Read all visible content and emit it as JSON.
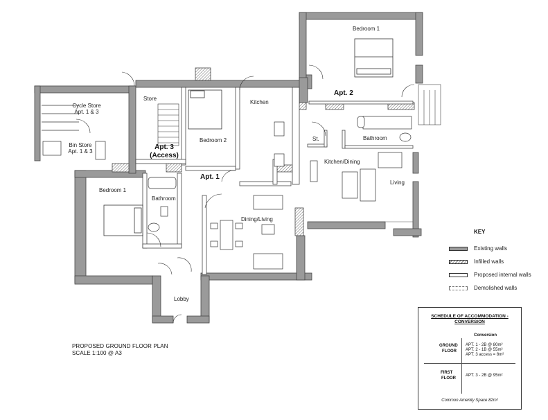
{
  "plan": {
    "title_line1": "PROPOSED GROUND FLOOR PLAN",
    "title_line2": "SCALE 1:100 @ A3",
    "rooms": {
      "cycle_store": "Cycle Store",
      "cycle_store_apts": "Apt. 1 & 3",
      "bin_store": "Bin Store",
      "bin_store_apts": "Apt. 1 & 3",
      "store": "Store",
      "apt3_line1": "Apt. 3",
      "apt3_line2": "(Access)",
      "bedroom2": "Bedroom 2",
      "kitchen": "Kitchen",
      "apt1": "Apt. 1",
      "bedroom1_apt1": "Bedroom 1",
      "bathroom_apt1": "Bathroom",
      "dining_living": "Dining/Living",
      "lobby": "Lobby",
      "bedroom1_apt2": "Bedroom 1",
      "apt2": "Apt. 2",
      "st": "St.",
      "bathroom_apt2": "Bathroom",
      "kitchen_dining": "Kitchen/Dining",
      "living": "Living"
    }
  },
  "key": {
    "title": "KEY",
    "items": [
      {
        "label": "Existing walls",
        "style": "existing"
      },
      {
        "label": "Infilled walls",
        "style": "infilled"
      },
      {
        "label": "Proposed internal walls",
        "style": "internal"
      },
      {
        "label": "Demolished walls",
        "style": "demolished"
      }
    ]
  },
  "schedule": {
    "title_line1": "SCHEDULE OF ACCOMMODATION -",
    "title_line2": "CONVERSION",
    "conversion_header": "Conversion",
    "ground_floor_label1": "GROUND",
    "ground_floor_label2": "FLOOR",
    "ground_floor_items": [
      "APT. 1 - 2B @ 80m²",
      "APT. 2 - 1B @ 55m²",
      "APT. 3 access = 8m²"
    ],
    "first_floor_label1": "FIRST",
    "first_floor_label2": "FLOOR",
    "first_floor_item": "APT. 3 - 2B @ 95m²",
    "footer": "Common Amenity Space 82m²"
  },
  "colors": {
    "existing_wall": "#9a9a9a",
    "line": "#333333"
  }
}
